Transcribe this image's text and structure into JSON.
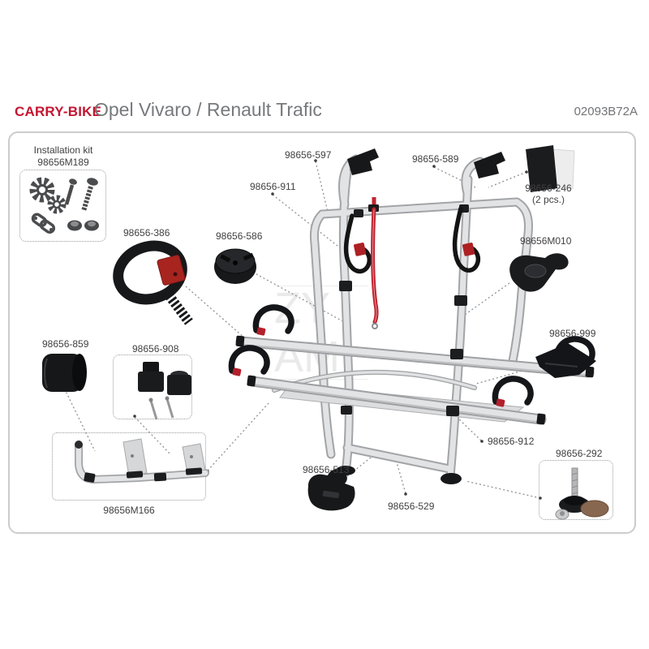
{
  "header": {
    "brand": "CARRY-BIKE",
    "model": "Opel Vivaro / Renault Trafic",
    "code": "02093B72A"
  },
  "installation_kit": {
    "title": "Installation kit",
    "part_number": "98656M189",
    "icons": [
      "gears-icon",
      "screws-icon",
      "chain-link-icon",
      "nuts-icon"
    ]
  },
  "watermark": {
    "row1": "ZY",
    "row2": "AM"
  },
  "colors": {
    "brand_red": "#c41531",
    "strap_red": "#bf2430",
    "buckle_red": "#ad2024",
    "part_black": "#17181a",
    "tube_gray": "#e2e3e5",
    "label_gray": "#414042",
    "frame_gray": "#cbccce"
  },
  "parts": [
    {
      "label": "98656-597"
    },
    {
      "label": "98656-589"
    },
    {
      "label": "98656-246",
      "quantity": "(2 pcs.)"
    },
    {
      "label": "98656-911"
    },
    {
      "label": "98656-586"
    },
    {
      "label": "98656-386"
    },
    {
      "label": "98656M010"
    },
    {
      "label": "98656-999"
    },
    {
      "label": "98656-859"
    },
    {
      "label": "98656-908"
    },
    {
      "label": "98656-912"
    },
    {
      "label": "98656-513"
    },
    {
      "label": "98656-529"
    },
    {
      "label": "98656-292"
    },
    {
      "label": "98656M166"
    }
  ]
}
